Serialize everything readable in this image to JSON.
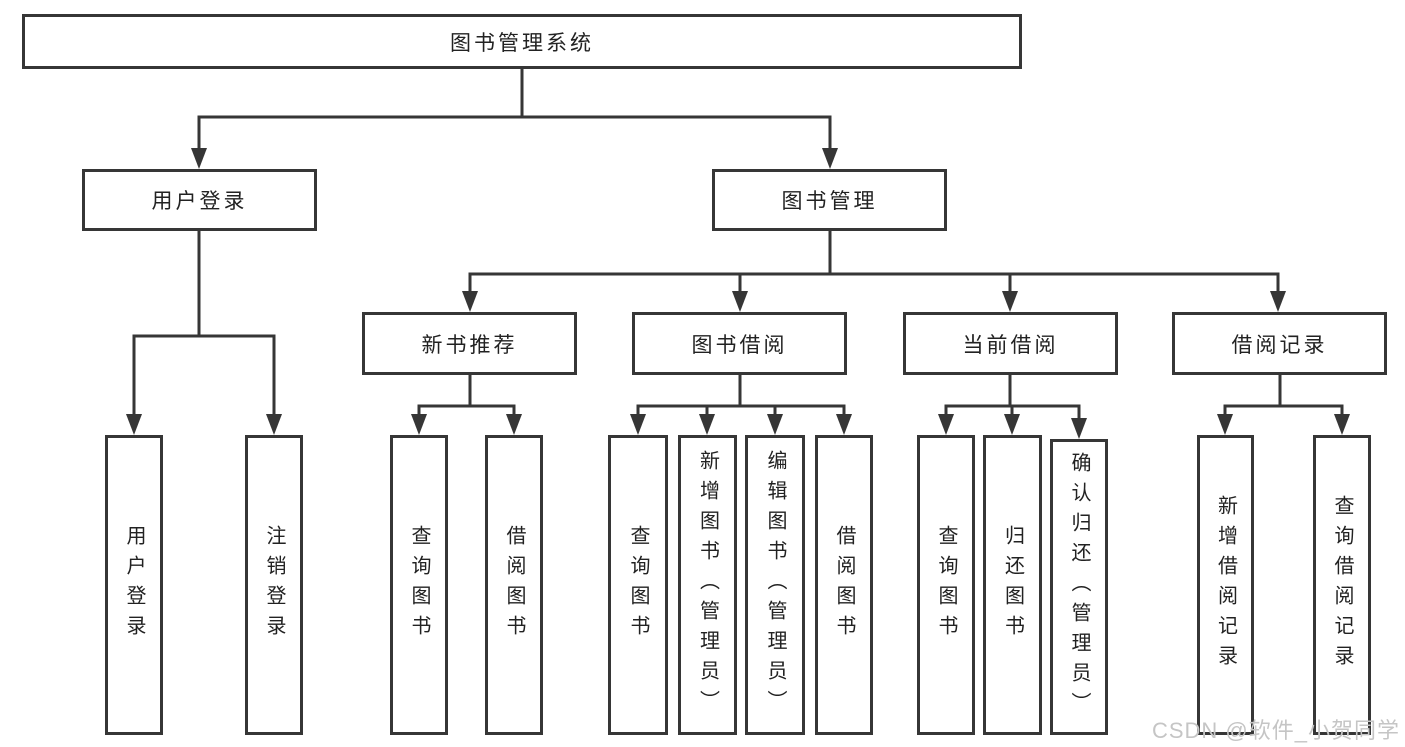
{
  "tree": {
    "root": {
      "label": "图书管理系统"
    },
    "user_login": {
      "label": "用户登录",
      "children": [
        {
          "label": "用户登录"
        },
        {
          "label": "注销登录"
        }
      ]
    },
    "book_mgmt": {
      "label": "图书管理",
      "children": [
        {
          "label": "新书推荐",
          "children": [
            {
              "label": "查询图书"
            },
            {
              "label": "借阅图书"
            }
          ]
        },
        {
          "label": "图书借阅",
          "children": [
            {
              "label": "查询图书"
            },
            {
              "label": "新增图书（管理员）"
            },
            {
              "label": "编辑图书（管理员）"
            },
            {
              "label": "借阅图书"
            }
          ]
        },
        {
          "label": "当前借阅",
          "children": [
            {
              "label": "查询图书"
            },
            {
              "label": "归还图书"
            },
            {
              "label": "确认归还（管理员）"
            }
          ]
        },
        {
          "label": "借阅记录",
          "children": [
            {
              "label": "新增借阅记录"
            },
            {
              "label": "查询借阅记录"
            }
          ]
        }
      ]
    },
    "watermark": "CSDN @软件_小贺同学",
    "colors": {
      "line": "#363636",
      "box_border": "#363636",
      "box_bg": "#ffffff",
      "text": "#222222",
      "watermark": "#c5c5c5",
      "background": "#ffffff"
    }
  }
}
